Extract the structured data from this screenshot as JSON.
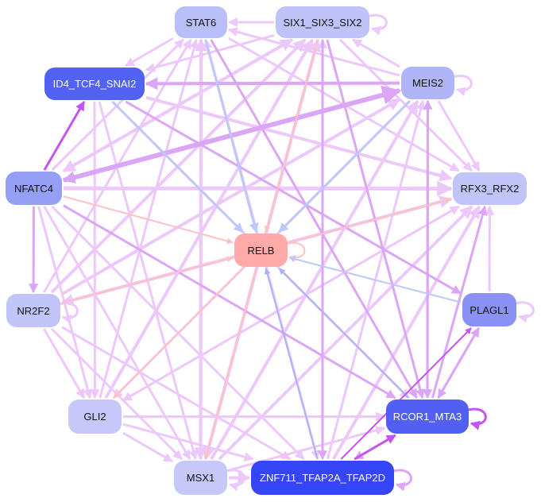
{
  "palette": {
    "light": "#ecc8fb",
    "medium": "#dba6f6",
    "strong": "#c653f4",
    "salmon": "#ffc2c2",
    "blue": "#bfc8f8",
    "blue2": "#aab2f7"
  },
  "nodes": [
    {
      "id": "STAT6",
      "label": "STAT6",
      "color": "#b9bff9",
      "text": "#111111"
    },
    {
      "id": "SIX1",
      "label": "SIX1_SIX3_SIX2",
      "color": "#bfc3f9",
      "text": "#111111"
    },
    {
      "id": "ID4",
      "label": "ID4_TCF4_SNAI2",
      "color": "#5262f3",
      "text": "#ffffff"
    },
    {
      "id": "MEIS2",
      "label": "MEIS2",
      "color": "#b0b5f8",
      "text": "#111111"
    },
    {
      "id": "NFATC4",
      "label": "NFATC4",
      "color": "#969ff6",
      "text": "#111111"
    },
    {
      "id": "RFX3",
      "label": "RFX3_RFX2",
      "color": "#c1c4f9",
      "text": "#111111"
    },
    {
      "id": "RELB",
      "label": "RELB",
      "color": "#ffa9a9",
      "text": "#111111"
    },
    {
      "id": "NR2F2",
      "label": "NR2F2",
      "color": "#c1c5f9",
      "text": "#111111"
    },
    {
      "id": "PLAGL1",
      "label": "PLAGL1",
      "color": "#8a91f5",
      "text": "#111111"
    },
    {
      "id": "GLI2",
      "label": "GLI2",
      "color": "#c5c8f9",
      "text": "#111111"
    },
    {
      "id": "RCOR1",
      "label": "RCOR1_MTA3",
      "color": "#5160f2",
      "text": "#ffffff"
    },
    {
      "id": "MSX1",
      "label": "MSX1",
      "color": "#c5c8f9",
      "text": "#111111"
    },
    {
      "id": "ZNF711",
      "label": "ZNF711_TFAP2A_TFAP2D",
      "color": "#3546f8",
      "text": "#ffffff"
    }
  ],
  "edges": [
    [
      "SIX1",
      "STAT6",
      "light",
      3
    ],
    [
      "SIX1",
      "SIX1",
      "light",
      3
    ],
    [
      "MEIS2",
      "MEIS2",
      "light",
      3
    ],
    [
      "MEIS2",
      "ID4",
      "medium",
      4
    ],
    [
      "MEIS2",
      "STAT6",
      "light",
      3
    ],
    [
      "MEIS2",
      "SIX1",
      "light",
      3
    ],
    [
      "NFATC4",
      "ID4",
      "strong",
      3
    ],
    [
      "NFATC4",
      "NR2F2",
      "medium",
      3
    ],
    [
      "NFATC4",
      "RFX3",
      "light",
      5
    ],
    [
      "NFATC4",
      "RELB",
      "salmon",
      2
    ],
    [
      "ID4",
      "RELB",
      "blue",
      3
    ],
    [
      "ID4",
      "RFX3",
      "light",
      4
    ],
    [
      "STAT6",
      "ID4",
      "light",
      3
    ],
    [
      "SIX1",
      "ID4",
      "light",
      3
    ],
    [
      "STAT6",
      "RELB",
      "blue",
      3
    ],
    [
      "SIX1",
      "RELB",
      "salmon",
      2
    ],
    [
      "MEIS2",
      "RELB",
      "blue",
      3
    ],
    [
      "RELB",
      "RFX3",
      "salmon",
      2
    ],
    [
      "RELB",
      "RELB",
      "salmon",
      2
    ],
    [
      "PLAGL1",
      "RELB",
      "blue",
      2
    ],
    [
      "RCOR1",
      "RELB",
      "blue2",
      2
    ],
    [
      "ZNF711",
      "RELB",
      "blue2",
      2
    ],
    [
      "RELB",
      "GLI2",
      "salmon",
      2
    ],
    [
      "RELB",
      "MSX1",
      "salmon",
      2
    ],
    [
      "NR2F2",
      "RELB",
      "salmon",
      2
    ],
    [
      "NR2F2",
      "NR2F2",
      "light",
      3
    ],
    [
      "PLAGL1",
      "PLAGL1",
      "light",
      3
    ],
    [
      "RCOR1",
      "RCOR1",
      "strong",
      3
    ],
    [
      "ZNF711",
      "ZNF711",
      "medium",
      3
    ],
    [
      "MSX1",
      "MSX1",
      "light",
      3
    ],
    [
      "ZNF711",
      "RCOR1",
      "strong",
      3
    ],
    [
      "RCOR1",
      "ZNF711",
      "medium",
      3
    ],
    [
      "RCOR1",
      "PLAGL1",
      "medium",
      3
    ],
    [
      "PLAGL1",
      "RCOR1",
      "medium",
      3
    ],
    [
      "ZNF711",
      "PLAGL1",
      "strong",
      2
    ],
    [
      "PLAGL1",
      "RFX3",
      "light",
      3
    ],
    [
      "MEIS2",
      "RCOR1",
      "medium",
      3
    ],
    [
      "RCOR1",
      "MEIS2",
      "medium",
      3
    ],
    [
      "SIX1",
      "RCOR1",
      "medium",
      3
    ],
    [
      "STAT6",
      "RCOR1",
      "medium",
      3
    ],
    [
      "MSX1",
      "STAT6",
      "light",
      4
    ],
    [
      "MSX1",
      "SIX1",
      "light",
      4
    ],
    [
      "MSX1",
      "MEIS2",
      "light",
      4
    ],
    [
      "MSX1",
      "RFX3",
      "light",
      4
    ],
    [
      "GLI2",
      "STAT6",
      "light",
      3
    ],
    [
      "GLI2",
      "SIX1",
      "light",
      4
    ],
    [
      "GLI2",
      "RFX3",
      "light",
      3
    ],
    [
      "GLI2",
      "RCOR1",
      "light",
      3
    ],
    [
      "NR2F2",
      "SIX1",
      "light",
      4
    ],
    [
      "NR2F2",
      "MEIS2",
      "light",
      4
    ],
    [
      "NR2F2",
      "RFX3",
      "light",
      4
    ],
    [
      "NR2F2",
      "GLI2",
      "light",
      3
    ],
    [
      "NR2F2",
      "MSX1",
      "light",
      3
    ],
    [
      "NR2F2",
      "ZNF711",
      "light",
      3
    ],
    [
      "NFATC4",
      "GLI2",
      "light",
      3
    ],
    [
      "NFATC4",
      "MSX1",
      "light",
      3
    ],
    [
      "NFATC4",
      "ZNF711",
      "light",
      3
    ],
    [
      "NFATC4",
      "MEIS2",
      "medium",
      6
    ],
    [
      "NFATC4",
      "SIX1",
      "light",
      4
    ],
    [
      "ID4",
      "GLI2",
      "light",
      3
    ],
    [
      "ID4",
      "MSX1",
      "light",
      3
    ],
    [
      "ID4",
      "PLAGL1",
      "medium",
      3
    ],
    [
      "ID4",
      "RCOR1",
      "light",
      3
    ],
    [
      "STAT6",
      "MSX1",
      "light",
      4
    ],
    [
      "STAT6",
      "ZNF711",
      "light",
      3
    ],
    [
      "STAT6",
      "RFX3",
      "light",
      3
    ],
    [
      "SIX1",
      "MSX1",
      "light",
      4
    ],
    [
      "SIX1",
      "NFATC4",
      "light",
      4
    ],
    [
      "SIX1",
      "RFX3",
      "light",
      3
    ],
    [
      "SIX1",
      "ZNF711",
      "medium",
      3
    ],
    [
      "MEIS2",
      "NFATC4",
      "medium",
      4
    ],
    [
      "MEIS2",
      "GLI2",
      "light",
      3
    ],
    [
      "MEIS2",
      "RFX3",
      "light",
      3
    ],
    [
      "ZNF711",
      "RFX3",
      "light",
      4
    ],
    [
      "ZNF711",
      "MEIS2",
      "light",
      3
    ],
    [
      "ZNF711",
      "SIX1",
      "light",
      3
    ],
    [
      "RCOR1",
      "RFX3",
      "medium",
      3
    ],
    [
      "GLI2",
      "MSX1",
      "light",
      3
    ],
    [
      "GLI2",
      "ZNF711",
      "light",
      3
    ],
    [
      "MSX1",
      "ZNF711",
      "light",
      4
    ],
    [
      "ZNF711",
      "STAT6",
      "light",
      3
    ],
    [
      "RFX3",
      "NR2F2",
      "light",
      4
    ],
    [
      "RFX3",
      "GLI2",
      "light",
      3
    ],
    [
      "NFATC4",
      "RCOR1",
      "medium",
      3
    ],
    [
      "NR2F2",
      "STAT6",
      "light",
      3
    ],
    [
      "MSX1",
      "RCOR1",
      "light",
      3
    ],
    [
      "NFATC4",
      "STAT6",
      "light",
      3
    ]
  ]
}
